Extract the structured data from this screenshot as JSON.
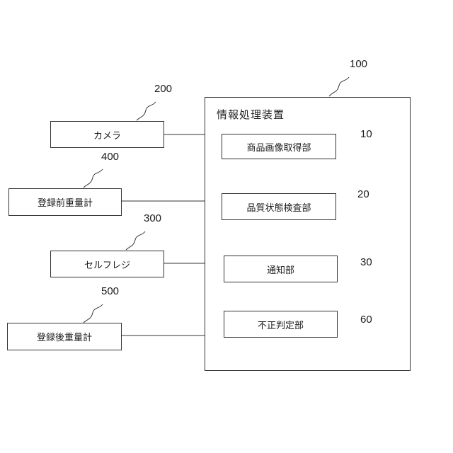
{
  "system": {
    "label": "情報処理装置",
    "ref": "100"
  },
  "devices": {
    "camera": {
      "label": "カメラ",
      "ref": "200"
    },
    "pre_scale": {
      "label": "登録前重量計",
      "ref": "400"
    },
    "self_register": {
      "label": "セルフレジ",
      "ref": "300"
    },
    "post_scale": {
      "label": "登録後重量計",
      "ref": "500"
    }
  },
  "units": {
    "image_acquisition": {
      "label": "商品画像取得部",
      "ref": "10"
    },
    "quality_inspection": {
      "label": "品質状態検査部",
      "ref": "20"
    },
    "notification": {
      "label": "通知部",
      "ref": "30"
    },
    "fraud_judgment": {
      "label": "不正判定部",
      "ref": "60"
    }
  }
}
